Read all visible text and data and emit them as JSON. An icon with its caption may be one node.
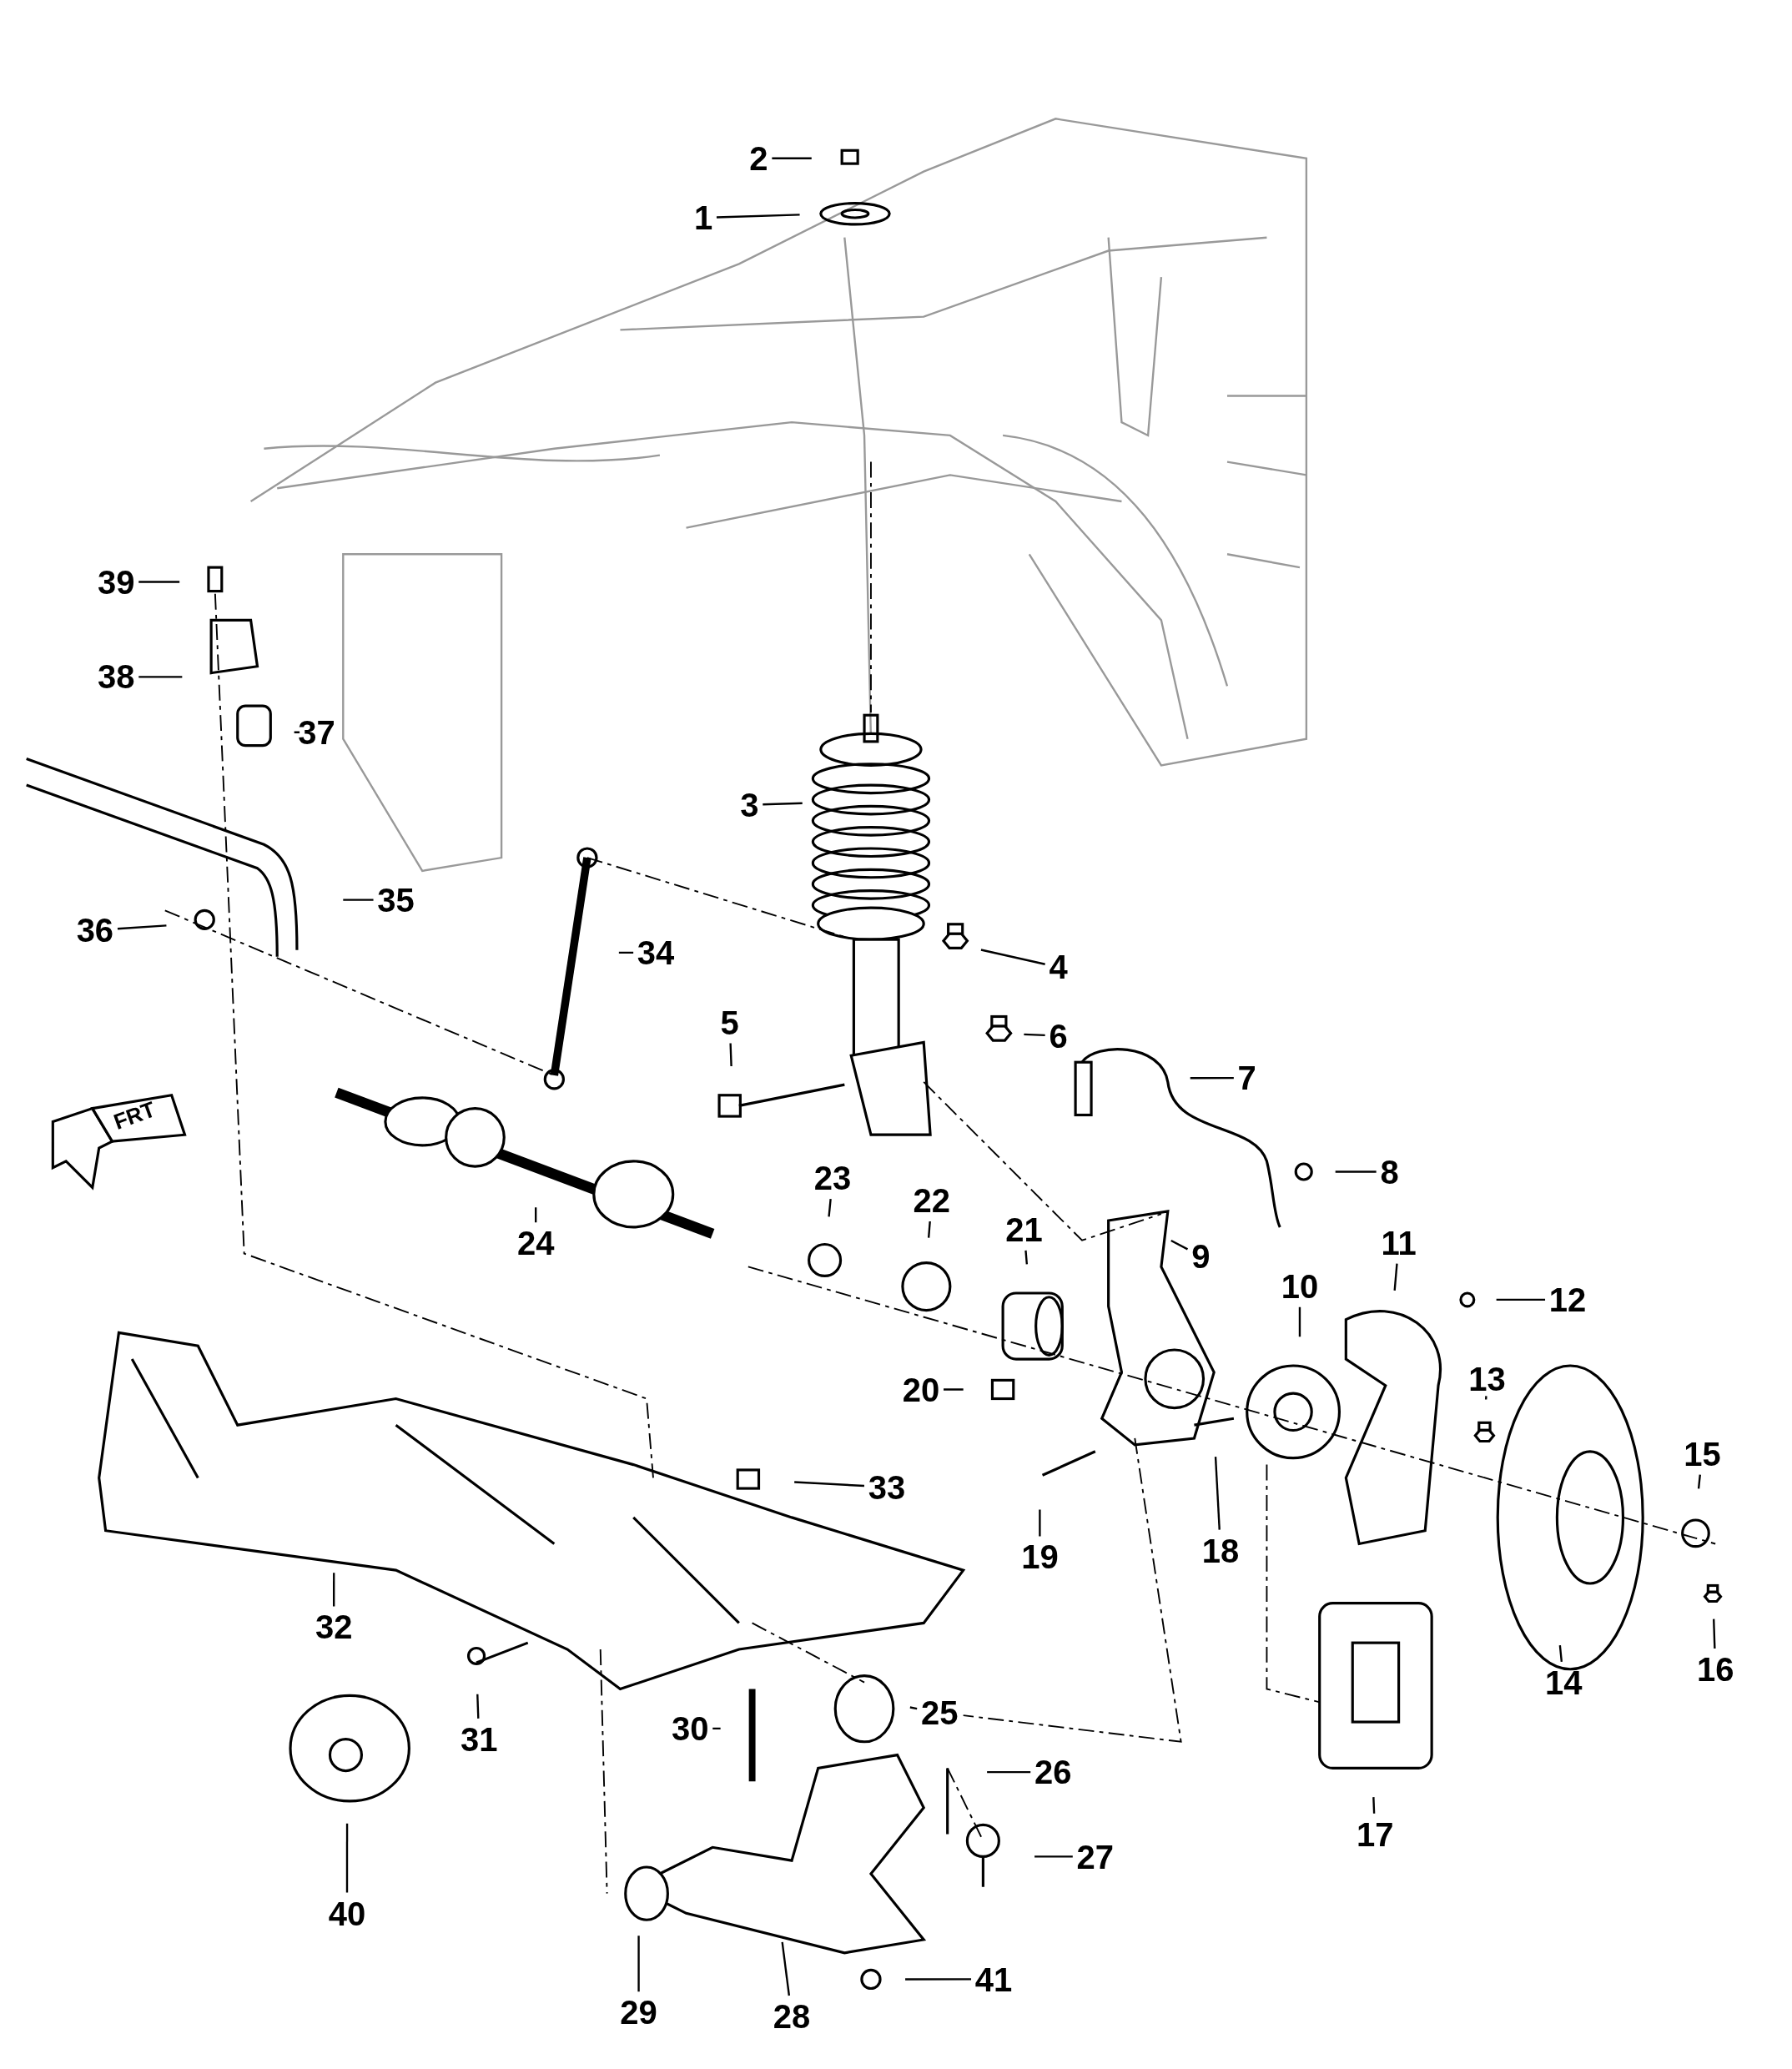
{
  "diagram": {
    "nodes": [
      {
        "text": [
          "1"
        ]
      },
      {
        "text": [
          "2"
        ]
      },
      {
        "text": [
          "3"
        ]
      },
      {
        "text": [
          "4"
        ]
      },
      {
        "text": [
          "5"
        ]
      },
      {
        "text": [
          "6"
        ]
      },
      {
        "text": [
          "7"
        ]
      },
      {
        "text": [
          "8"
        ]
      },
      {
        "text": [
          "9"
        ]
      },
      {
        "text": [
          "10"
        ]
      },
      {
        "text": [
          "11"
        ]
      },
      {
        "text": [
          "12"
        ]
      },
      {
        "text": [
          "13"
        ]
      },
      {
        "text": [
          "14"
        ]
      },
      {
        "text": [
          "15"
        ]
      },
      {
        "text": [
          "16"
        ]
      },
      {
        "text": [
          "17"
        ]
      },
      {
        "text": [
          "18"
        ]
      },
      {
        "text": [
          "19"
        ]
      },
      {
        "text": [
          "20"
        ]
      },
      {
        "text": [
          "21"
        ]
      },
      {
        "text": [
          "22"
        ]
      },
      {
        "text": [
          "23"
        ]
      },
      {
        "text": [
          "24"
        ]
      },
      {
        "text": [
          "25"
        ]
      },
      {
        "text": [
          "26"
        ]
      },
      {
        "text": [
          "27"
        ]
      },
      {
        "text": [
          "28"
        ]
      },
      {
        "text": [
          "29"
        ]
      },
      {
        "text": [
          "30"
        ]
      },
      {
        "text": [
          "31"
        ]
      },
      {
        "text": [
          "32"
        ]
      },
      {
        "text": [
          "33"
        ]
      },
      {
        "text": [
          "34"
        ]
      },
      {
        "text": [
          "35"
        ]
      },
      {
        "text": [
          "36"
        ]
      },
      {
        "text": [
          "37"
        ]
      },
      {
        "text": [
          "38"
        ]
      },
      {
        "text": [
          "39"
        ]
      },
      {
        "text": [
          "40"
        ]
      },
      {
        "text": [
          "41"
        ]
      }
    ],
    "edges": [
      {
        "from": 0,
        "to": null,
        "arrow": "none"
      },
      {
        "from": 1,
        "to": null,
        "arrow": "none"
      },
      {
        "from": 2,
        "to": null,
        "arrow": "none"
      },
      {
        "from": 3,
        "to": null,
        "arrow": "none"
      },
      {
        "from": 4,
        "to": null,
        "arrow": "none"
      },
      {
        "from": 5,
        "to": null,
        "arrow": "none"
      },
      {
        "from": 6,
        "to": null,
        "arrow": "none"
      },
      {
        "from": 7,
        "to": null,
        "arrow": "none"
      },
      {
        "from": 8,
        "to": null,
        "arrow": "none"
      },
      {
        "from": 9,
        "to": null,
        "arrow": "none"
      },
      {
        "from": 10,
        "to": null,
        "arrow": "none"
      },
      {
        "from": 11,
        "to": null,
        "arrow": "none"
      },
      {
        "from": 12,
        "to": null,
        "arrow": "none"
      },
      {
        "from": 13,
        "to": null,
        "arrow": "none"
      },
      {
        "from": 14,
        "to": null,
        "arrow": "none"
      },
      {
        "from": 15,
        "to": null,
        "arrow": "none"
      },
      {
        "from": 16,
        "to": null,
        "arrow": "none"
      },
      {
        "from": 17,
        "to": null,
        "arrow": "none"
      },
      {
        "from": 18,
        "to": null,
        "arrow": "none"
      },
      {
        "from": 19,
        "to": null,
        "arrow": "none"
      },
      {
        "from": 20,
        "to": null,
        "arrow": "none"
      },
      {
        "from": 21,
        "to": null,
        "arrow": "none"
      },
      {
        "from": 22,
        "to": null,
        "arrow": "none"
      },
      {
        "from": 23,
        "to": null,
        "arrow": "none"
      },
      {
        "from": 24,
        "to": null,
        "arrow": "none"
      },
      {
        "from": 25,
        "to": null,
        "arrow": "none"
      },
      {
        "from": 26,
        "to": null,
        "arrow": "none"
      },
      {
        "from": 27,
        "to": null,
        "arrow": "none"
      },
      {
        "from": 28,
        "to": null,
        "arrow": "none"
      },
      {
        "from": 29,
        "to": null,
        "arrow": "none"
      },
      {
        "from": 30,
        "to": null,
        "arrow": "none"
      },
      {
        "from": 31,
        "to": null,
        "arrow": "none"
      },
      {
        "from": 32,
        "to": null,
        "arrow": "none"
      },
      {
        "from": 33,
        "to": null,
        "arrow": "none"
      },
      {
        "from": 34,
        "to": null,
        "arrow": "none"
      },
      {
        "from": 35,
        "to": null,
        "arrow": "none"
      },
      {
        "from": 36,
        "to": null,
        "arrow": "none"
      },
      {
        "from": 37,
        "to": null,
        "arrow": "none"
      },
      {
        "from": 38,
        "to": null,
        "arrow": "none"
      },
      {
        "from": 39,
        "to": null,
        "arrow": "none"
      },
      {
        "from": 40,
        "to": null,
        "arrow": "none"
      }
    ],
    "labels": [
      "FRT"
    ]
  }
}
